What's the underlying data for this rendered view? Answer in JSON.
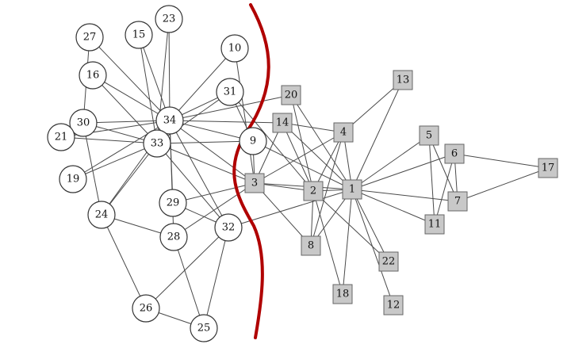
{
  "colors": {
    "edge": "#4a4a4a",
    "circle_fill": "#ffffff",
    "square_fill": "#c8c8c8",
    "cut_line": "#b00000"
  },
  "nodes": [
    {
      "id": "27",
      "shape": "circle"
    },
    {
      "id": "15",
      "shape": "circle"
    },
    {
      "id": "23",
      "shape": "circle"
    },
    {
      "id": "10",
      "shape": "circle"
    },
    {
      "id": "16",
      "shape": "circle"
    },
    {
      "id": "31",
      "shape": "circle"
    },
    {
      "id": "30",
      "shape": "circle"
    },
    {
      "id": "34",
      "shape": "circle"
    },
    {
      "id": "21",
      "shape": "circle"
    },
    {
      "id": "33",
      "shape": "circle"
    },
    {
      "id": "9",
      "shape": "circle"
    },
    {
      "id": "19",
      "shape": "circle"
    },
    {
      "id": "29",
      "shape": "circle"
    },
    {
      "id": "24",
      "shape": "circle"
    },
    {
      "id": "28",
      "shape": "circle"
    },
    {
      "id": "32",
      "shape": "circle"
    },
    {
      "id": "26",
      "shape": "circle"
    },
    {
      "id": "25",
      "shape": "circle"
    },
    {
      "id": "20",
      "shape": "square"
    },
    {
      "id": "13",
      "shape": "square"
    },
    {
      "id": "14",
      "shape": "square"
    },
    {
      "id": "4",
      "shape": "square"
    },
    {
      "id": "5",
      "shape": "square"
    },
    {
      "id": "6",
      "shape": "square"
    },
    {
      "id": "17",
      "shape": "square"
    },
    {
      "id": "3",
      "shape": "square"
    },
    {
      "id": "2",
      "shape": "square"
    },
    {
      "id": "1",
      "shape": "square"
    },
    {
      "id": "7",
      "shape": "square"
    },
    {
      "id": "11",
      "shape": "square"
    },
    {
      "id": "8",
      "shape": "square"
    },
    {
      "id": "22",
      "shape": "square"
    },
    {
      "id": "18",
      "shape": "square"
    },
    {
      "id": "12",
      "shape": "square"
    }
  ],
  "edges": [
    [
      "27",
      "30"
    ],
    [
      "27",
      "34"
    ],
    [
      "15",
      "33"
    ],
    [
      "15",
      "34"
    ],
    [
      "23",
      "33"
    ],
    [
      "23",
      "34"
    ],
    [
      "10",
      "34"
    ],
    [
      "10",
      "3"
    ],
    [
      "16",
      "33"
    ],
    [
      "16",
      "34"
    ],
    [
      "31",
      "34"
    ],
    [
      "31",
      "33"
    ],
    [
      "31",
      "2"
    ],
    [
      "31",
      "9"
    ],
    [
      "30",
      "33"
    ],
    [
      "30",
      "34"
    ],
    [
      "30",
      "24"
    ],
    [
      "21",
      "33"
    ],
    [
      "21",
      "34"
    ],
    [
      "19",
      "33"
    ],
    [
      "19",
      "34"
    ],
    [
      "24",
      "33"
    ],
    [
      "24",
      "34"
    ],
    [
      "24",
      "28"
    ],
    [
      "24",
      "26"
    ],
    [
      "29",
      "34"
    ],
    [
      "29",
      "32"
    ],
    [
      "29",
      "3"
    ],
    [
      "28",
      "34"
    ],
    [
      "28",
      "3"
    ],
    [
      "28",
      "25"
    ],
    [
      "32",
      "34"
    ],
    [
      "32",
      "33"
    ],
    [
      "32",
      "1"
    ],
    [
      "32",
      "25"
    ],
    [
      "32",
      "26"
    ],
    [
      "26",
      "25"
    ],
    [
      "9",
      "34"
    ],
    [
      "9",
      "33"
    ],
    [
      "9",
      "3"
    ],
    [
      "9",
      "1"
    ],
    [
      "20",
      "34"
    ],
    [
      "20",
      "2"
    ],
    [
      "20",
      "1"
    ],
    [
      "14",
      "34"
    ],
    [
      "14",
      "3"
    ],
    [
      "14",
      "4"
    ],
    [
      "14",
      "2"
    ],
    [
      "14",
      "1"
    ],
    [
      "34",
      "33"
    ],
    [
      "34",
      "3"
    ],
    [
      "33",
      "3"
    ],
    [
      "3",
      "1"
    ],
    [
      "3",
      "2"
    ],
    [
      "3",
      "4"
    ],
    [
      "3",
      "8"
    ],
    [
      "2",
      "1"
    ],
    [
      "2",
      "4"
    ],
    [
      "2",
      "8"
    ],
    [
      "2",
      "18"
    ],
    [
      "2",
      "22"
    ],
    [
      "1",
      "4"
    ],
    [
      "1",
      "8"
    ],
    [
      "1",
      "13"
    ],
    [
      "1",
      "5"
    ],
    [
      "1",
      "6"
    ],
    [
      "1",
      "7"
    ],
    [
      "1",
      "11"
    ],
    [
      "1",
      "12"
    ],
    [
      "1",
      "18"
    ],
    [
      "1",
      "22"
    ],
    [
      "4",
      "8"
    ],
    [
      "4",
      "13"
    ],
    [
      "5",
      "7"
    ],
    [
      "5",
      "11"
    ],
    [
      "6",
      "7"
    ],
    [
      "6",
      "11"
    ],
    [
      "6",
      "17"
    ],
    [
      "7",
      "17"
    ]
  ]
}
